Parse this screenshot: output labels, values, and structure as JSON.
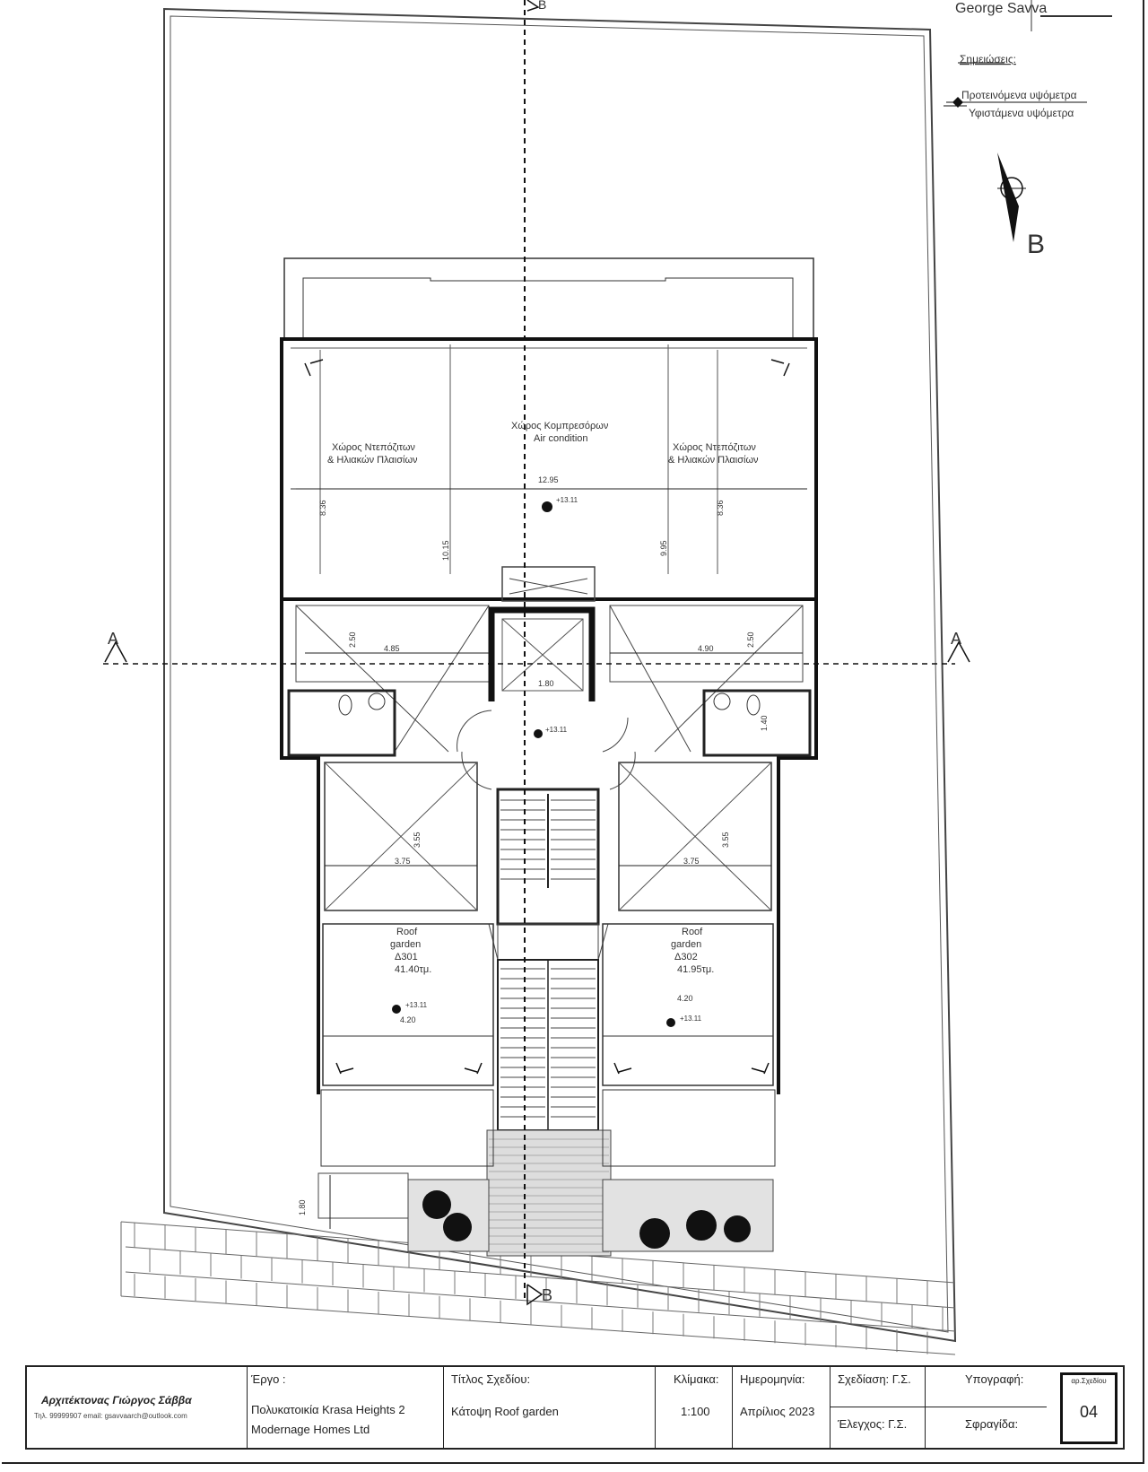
{
  "stamp": {
    "name": "George Savva"
  },
  "legend": {
    "title": "Σημειώσεις:",
    "proposed": "Προτεινόμενα υψόμετρα",
    "existing": "Υφιστάμενα υψόμετρα"
  },
  "section_marks": {
    "a_left": "A",
    "a_right": "A",
    "b_top": "B",
    "b_north": "B",
    "b_bottom": "B"
  },
  "rooms": {
    "left_top_l1": "Χώρος Ντεπόζιτων",
    "left_top_l2": "& Ηλιακών Πλαισίων",
    "center_top_l1": "Χώρος Κομπρεσόρων",
    "center_top_l2": "Air condition",
    "right_top_l1": "Χώρος Ντεπόζιτων",
    "right_top_l2": "& Ηλιακών Πλαισίων",
    "garden_left": [
      "Roof",
      "garden",
      "Δ301",
      "41.40τμ."
    ],
    "garden_right": [
      "Roof",
      "garden",
      "Δ302",
      "41.95τμ."
    ]
  },
  "dimensions": {
    "d1295": "12.95",
    "d1311a": "+13.11",
    "d836a": "8.36",
    "d1015": "10.15",
    "d995": "9.95",
    "d836b": "8.36",
    "d485": "4.85",
    "d490": "4.90",
    "d250a": "2.50",
    "d250b": "2.50",
    "d180": "1.80",
    "d375a": "3.75",
    "d375b": "3.75",
    "d355a": "3.55",
    "d355b": "3.55",
    "d420a": "4.20",
    "d420b": "4.20",
    "d1311b": "+13.11",
    "d1311c": "+13.11",
    "d1311d": "+13.11",
    "d180b": "1.80",
    "d140": "1.40"
  },
  "title_block": {
    "architect": "Αρχιτέκτονας Γιώργος Σάββα",
    "architect_contact": "Τηλ. 99999907 email: gsavvaarch@outlook.com",
    "project_label": "Έργο :",
    "project_line1": "Πολυκατοικία Krasa Heights 2",
    "project_line2": "Modernage Homes Ltd",
    "drawing_title_label": "Τίτλος Σχεδίου:",
    "drawing_title": "Κάτοψη Roof garden",
    "scale_label": "Κλίμακα:",
    "scale": "1:100",
    "date_label": "Ημερομηνία:",
    "date": "Απρίλιος 2023",
    "design_label": "Σχεδίαση: Γ.Σ.",
    "check_label": "Έλεγχος: Γ.Σ.",
    "signature_label": "Υπογραφή:",
    "seal_label": "Σφραγίδα:",
    "drawing_no_label": "αρ.Σχεδίου",
    "drawing_no": "04"
  }
}
